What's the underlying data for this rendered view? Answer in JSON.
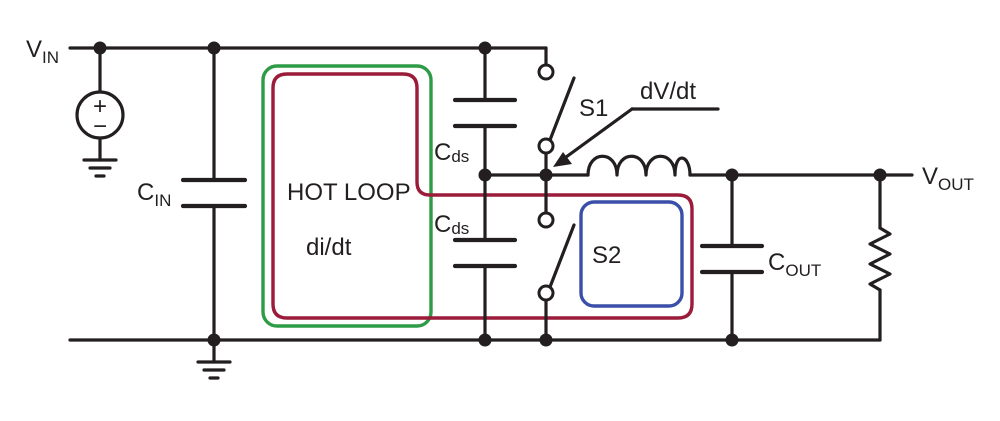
{
  "labels": {
    "vin_main": "V",
    "vin_sub": "IN",
    "cin_main": "C",
    "cin_sub": "IN",
    "cds_top_main": "C",
    "cds_top_sub": "ds",
    "cds_bot_main": "C",
    "cds_bot_sub": "ds",
    "s1": "S1",
    "s2": "S2",
    "dvdt": "dV/dt",
    "hot_loop": "HOT LOOP",
    "didt": "di/dt",
    "cout_main": "C",
    "cout_sub": "OUT",
    "vout_main": "V",
    "vout_sub": "OUT",
    "source_plus": "+",
    "source_minus": "−"
  },
  "colors": {
    "wire": "#231f20",
    "hot_loop_outline": "#2e9b47",
    "current_path": "#9b1b3a",
    "s2_loop": "#3a4fa8"
  }
}
